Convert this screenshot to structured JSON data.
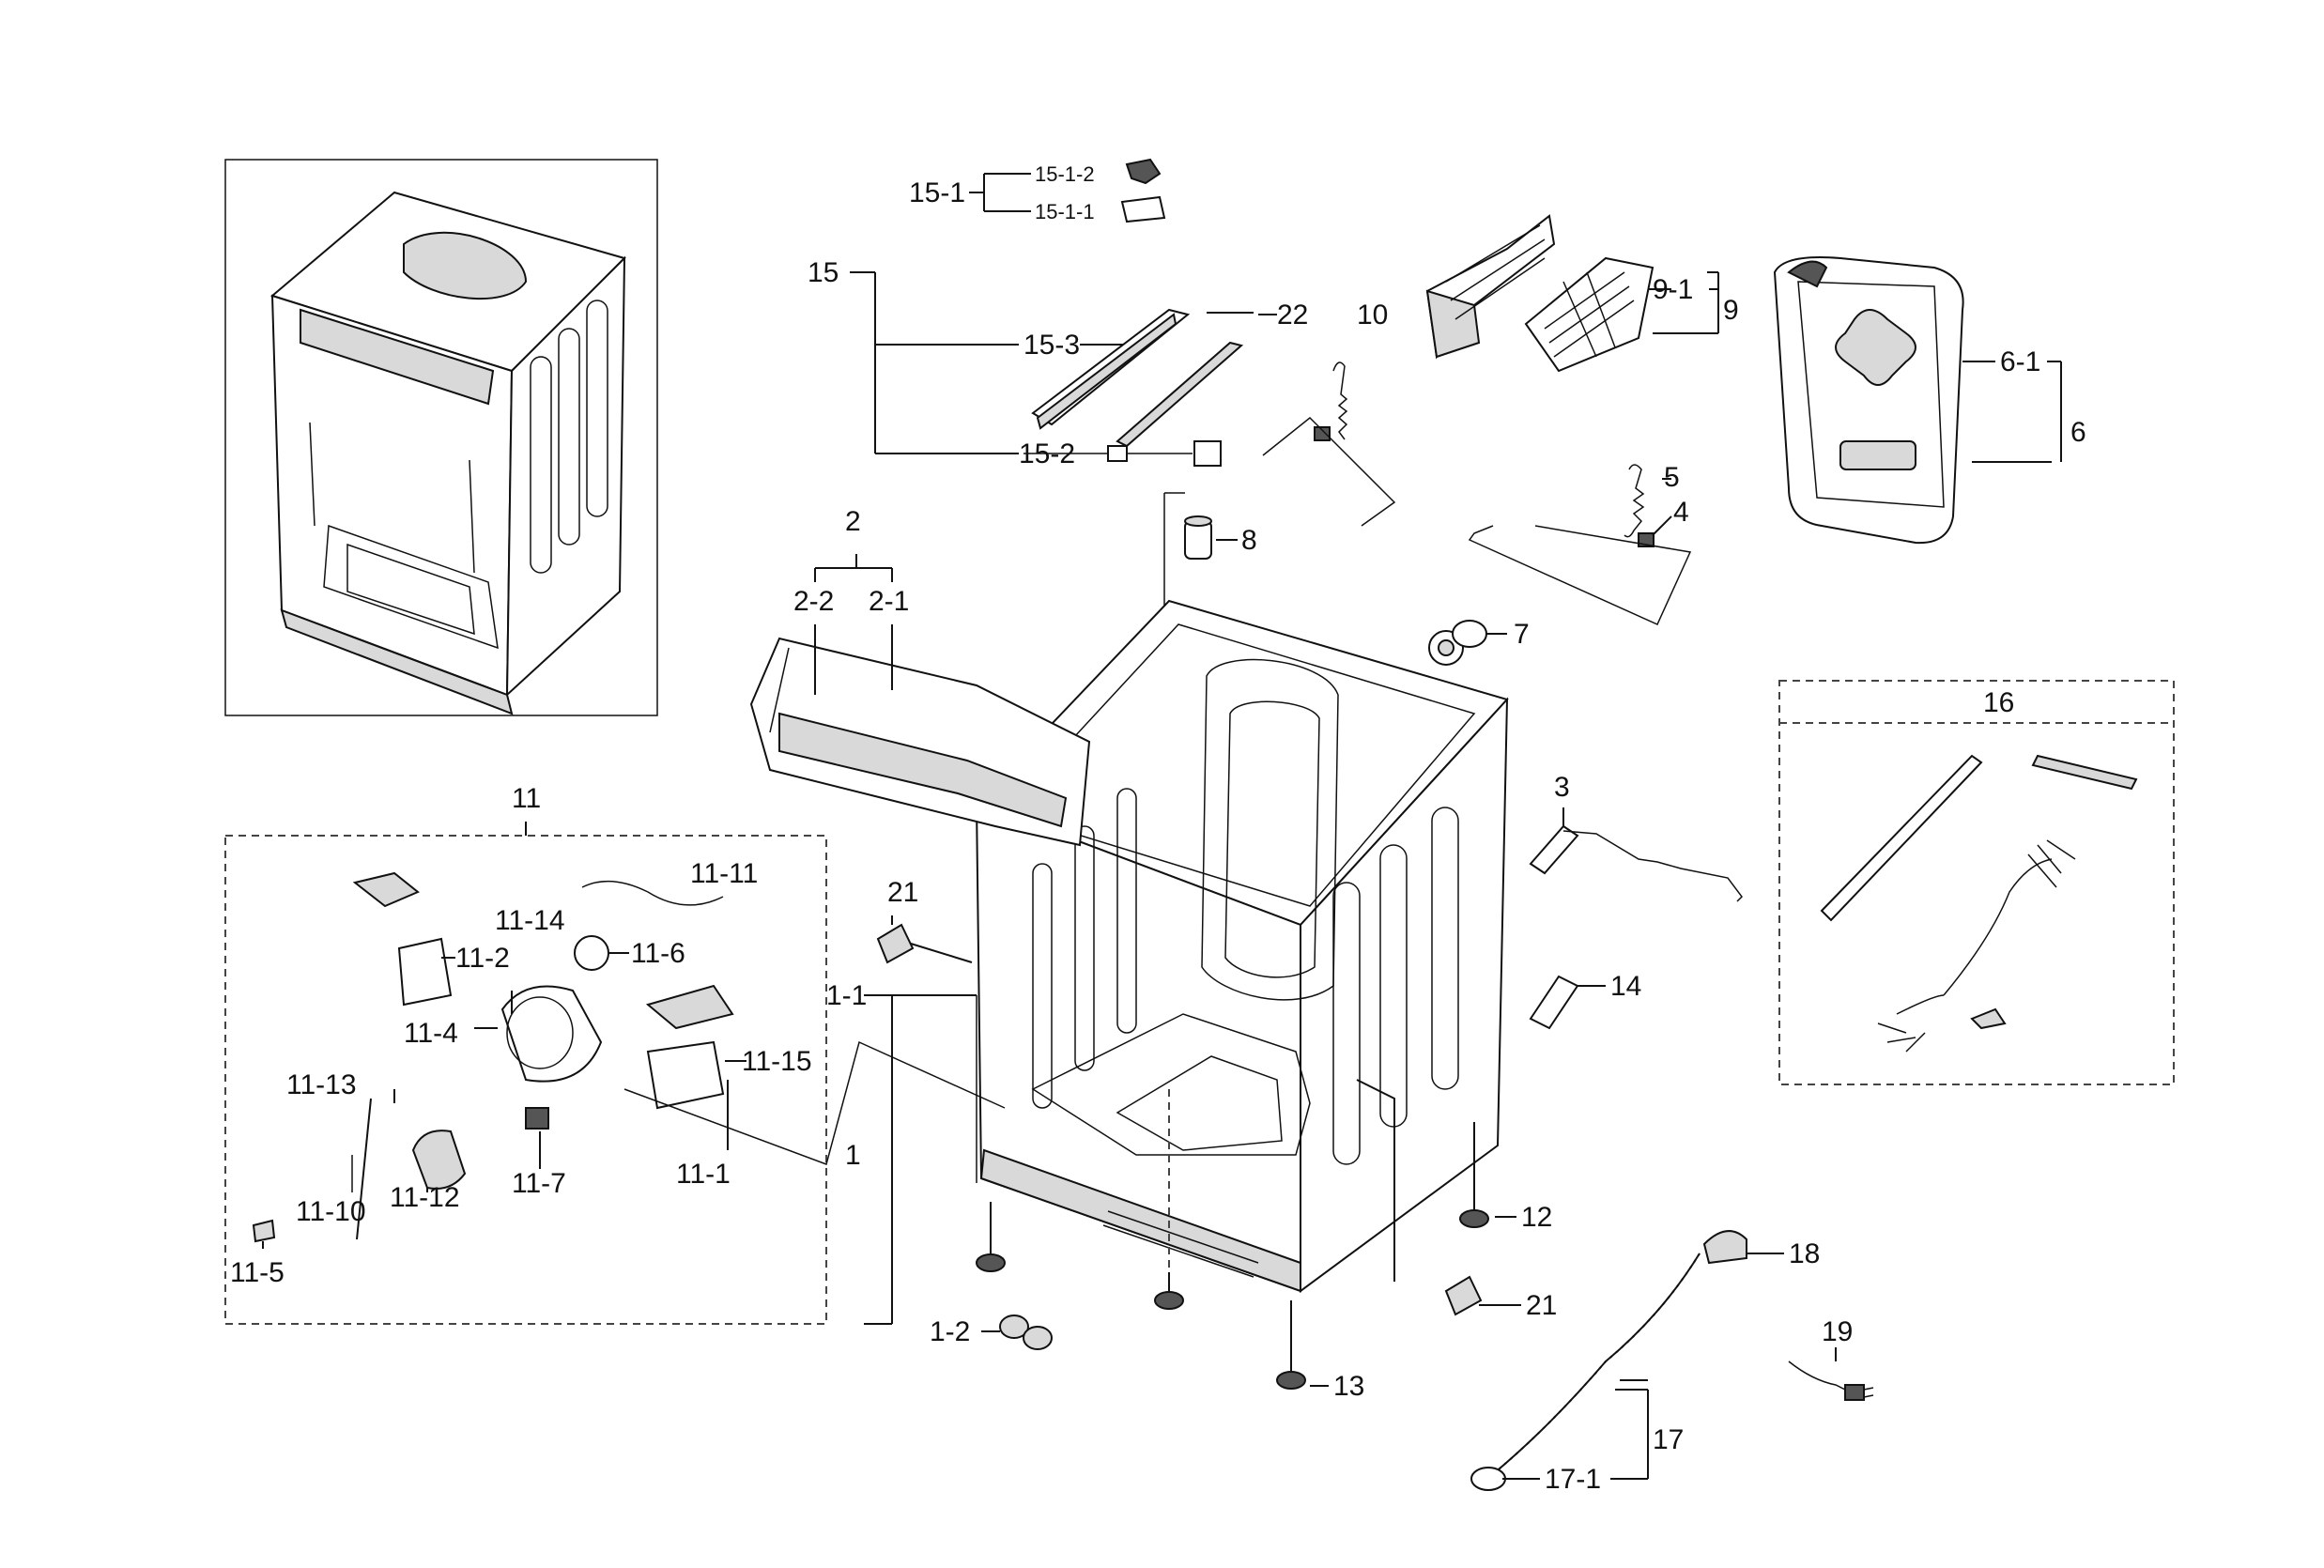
{
  "labels": {
    "l1": "1",
    "l1_1": "1-1",
    "l1_2": "1-2",
    "l2": "2",
    "l2_1": "2-1",
    "l2_2": "2-2",
    "l3": "3",
    "l4": "4",
    "l5": "5",
    "l6": "6",
    "l6_1": "6-1",
    "l7": "7",
    "l8": "8",
    "l9": "9",
    "l9_1": "9-1",
    "l10": "10",
    "l11": "11",
    "l11_1": "11-1",
    "l11_2": "11-2",
    "l11_4": "11-4",
    "l11_5": "11-5",
    "l11_6": "11-6",
    "l11_7": "11-7",
    "l11_10": "11-10",
    "l11_11": "11-11",
    "l11_12": "11-12",
    "l11_13": "11-13",
    "l11_14": "11-14",
    "l11_15": "11-15",
    "l12": "12",
    "l13": "13",
    "l14": "14",
    "l15": "15",
    "l15_1": "15-1",
    "l15_1_1": "15-1-1",
    "l15_1_2": "15-1-2",
    "l15_2": "15-2",
    "l15_3": "15-3",
    "l16": "16",
    "l17": "17",
    "l17_1": "17-1",
    "l18": "18",
    "l19": "19",
    "l21a": "21",
    "l21b": "21",
    "l22": "22"
  }
}
